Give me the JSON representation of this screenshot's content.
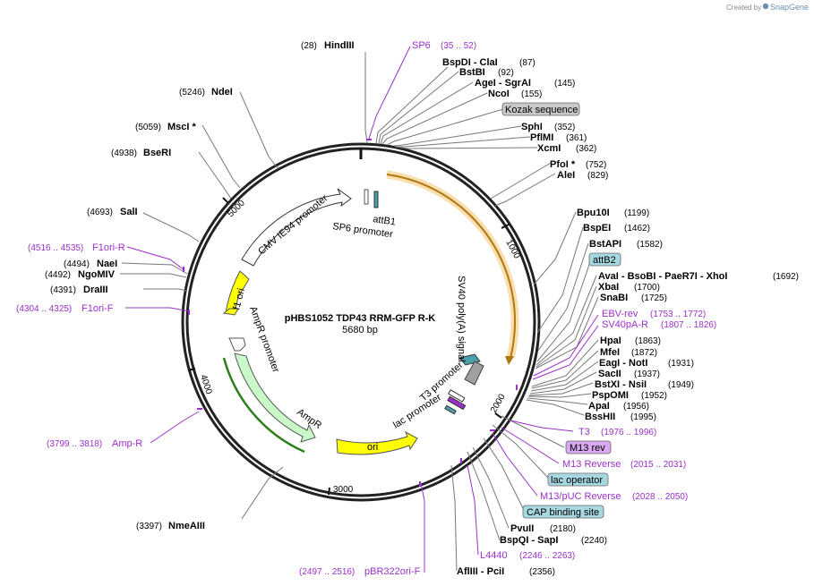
{
  "header": {
    "created_by": "Created by",
    "brand": "SnapGene"
  },
  "plasmid": {
    "name": "pHBS1052 TDP43 RRM-GFP R-K",
    "length_text": "5680 bp"
  },
  "ticks": [
    "1000",
    "2000",
    "3000",
    "4000",
    "5000"
  ],
  "sites": {
    "hindiii": {
      "pos": "(28)",
      "name": "HindIII"
    },
    "bspdi_clai": {
      "name": "BspDI - ClaI",
      "pos": "(87)"
    },
    "bstbi": {
      "name": "BstBI",
      "pos": "(92)"
    },
    "agei_sgrai": {
      "name": "AgeI - SgrAI",
      "pos": "(145)"
    },
    "ncoi": {
      "name": "NcoI",
      "pos": "(155)"
    },
    "sphi": {
      "name": "SphI",
      "pos": "(352)"
    },
    "pflmi": {
      "name": "PflMI",
      "pos": "(361)"
    },
    "xcmi": {
      "name": "XcmI",
      "pos": "(362)"
    },
    "pfoi": {
      "name": "PfoI *",
      "pos": "(752)"
    },
    "alei": {
      "name": "AleI",
      "pos": "(829)"
    },
    "bpu10i": {
      "name": "Bpu10I",
      "pos": "(1199)"
    },
    "bspei": {
      "name": "BspEI",
      "pos": "(1462)"
    },
    "bstapi": {
      "name": "BstAPI",
      "pos": "(1582)"
    },
    "avai_group": {
      "name": "AvaI - BsoBI - PaeR7I - XhoI",
      "pos": "(1692)"
    },
    "xbai": {
      "name": "XbaI",
      "pos": "(1700)"
    },
    "snabi": {
      "name": "SnaBI",
      "pos": "(1725)"
    },
    "hpai": {
      "name": "HpaI",
      "pos": "(1863)"
    },
    "mfei": {
      "name": "MfeI",
      "pos": "(1872)"
    },
    "eagi_noti": {
      "name": "EagI - NotI",
      "pos": "(1931)"
    },
    "sacii": {
      "name": "SacII",
      "pos": "(1937)"
    },
    "bstxi_nsii": {
      "name": "BstXI - NsiI",
      "pos": "(1949)"
    },
    "pspomi": {
      "name": "PspOMI",
      "pos": "(1952)"
    },
    "apai": {
      "name": "ApaI",
      "pos": "(1956)"
    },
    "bsshii": {
      "name": "BssHII",
      "pos": "(1995)"
    },
    "pvuii": {
      "name": "PvuII",
      "pos": "(2180)"
    },
    "bspqi_sapi": {
      "name": "BspQI - SapI",
      "pos": "(2240)"
    },
    "afliii_pcii": {
      "name": "AflIII - PciI",
      "pos": "(2356)"
    },
    "nmeaiii": {
      "pos": "(3397)",
      "name": "NmeAIII"
    },
    "drai_ii": {
      "pos": "(4391)",
      "name": "DraIII"
    },
    "ngomiv": {
      "pos": "(4492)",
      "name": "NgoMIV"
    },
    "naei": {
      "pos": "(4494)",
      "name": "NaeI"
    },
    "sali": {
      "pos": "(4693)",
      "name": "SalI"
    },
    "bseri": {
      "pos": "(4938)",
      "name": "BseRI"
    },
    "msci": {
      "pos": "(5059)",
      "name": "MscI *"
    },
    "ndei": {
      "pos": "(5246)",
      "name": "NdeI"
    }
  },
  "primers": {
    "sp6": {
      "name": "SP6",
      "range": "(35 .. 52)"
    },
    "ebv_rev": {
      "name": "EBV-rev",
      "range": "(1753 .. 1772)"
    },
    "sv40pa_r": {
      "name": "SV40pA-R",
      "range": "(1807 .. 1826)"
    },
    "t3": {
      "name": "T3",
      "range": "(1976 .. 1996)"
    },
    "m13_reverse": {
      "name": "M13 Reverse",
      "range": "(2015 .. 2031)"
    },
    "m13_puc_reverse": {
      "name": "M13/pUC Reverse",
      "range": "(2028 .. 2050)"
    },
    "l4440": {
      "name": "L4440",
      "range": "(2246 .. 2263)"
    },
    "pbr322ori_f": {
      "range": "(2497 .. 2516)",
      "name": "pBR322ori-F"
    },
    "amp_r": {
      "range": "(3799 .. 3818)",
      "name": "Amp-R"
    },
    "f1ori_f": {
      "range": "(4304 .. 4325)",
      "name": "F1ori-F"
    },
    "f1ori_r": {
      "range": "(4516 .. 4535)",
      "name": "F1ori-R"
    }
  },
  "boxed_features": {
    "kozak": "Kozak sequence",
    "attb2": "attB2",
    "m13_rev": "M13 rev",
    "lac_operator": "lac operator",
    "cap_site": "CAP binding site"
  },
  "features": {
    "cmv": "CMV IE94 promoter",
    "attb1": "attB1",
    "sp6_promoter": "SP6 promoter",
    "f1_ori": "f1 ori",
    "ampr_promoter": "AmpR promoter",
    "ampr": "AmpR",
    "ori": "ori",
    "sv40": "SV40 poly(A) signal",
    "t3_promoter": "T3 promoter",
    "lac_promoter": "lac promoter"
  },
  "colors": {
    "backbone": "#000000",
    "gfp_orf": "#f0a830",
    "gfp_halo": "#f9deb0",
    "ampr": "#c9f9c9",
    "ampr_outline": "#2e7d1b",
    "ori": "#ffff00",
    "f1ori": "#ffff00",
    "primer": "#9b30c8",
    "lac_box": "#a7d7e0",
    "kozak_box": "#c8c8c8",
    "m13_box": "#d8a8f0",
    "sv40": "#a0a0a0"
  }
}
